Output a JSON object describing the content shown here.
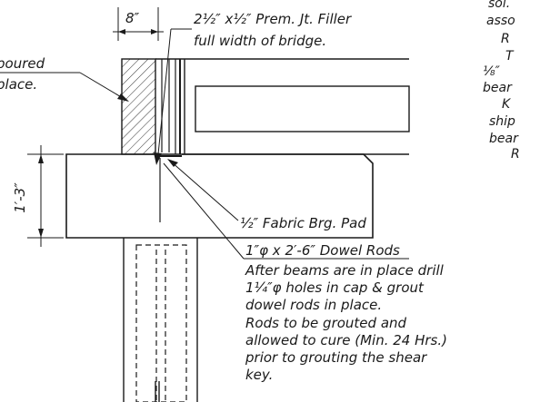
{
  "dimensions": {
    "top_width": "8″",
    "vertical_height": "1′-3″"
  },
  "notes": {
    "filler_line1": "2½″ x½″ Prem. Jt. Filler",
    "filler_line2": "full width of bridge.",
    "poured_line1": "poured",
    "poured_line2": "place.",
    "pad": "½″ Fabric Brg. Pad",
    "dowel_title": "1″φ x 2′-6″ Dowel Rods",
    "dowel_line1": "After beams are in place drill",
    "dowel_line2": "1¼″φ holes in cap & grout",
    "dowel_line3": "dowel rods in place.",
    "dowel_line4": "Rods to be grouted and",
    "dowel_line5": "allowed to cure (Min. 24 Hrs.)",
    "dowel_line6": "prior to grouting the shear",
    "dowel_line7": "key."
  },
  "margin_fragments": [
    "sol.",
    "asso",
    "R",
    "T",
    "⅛″",
    "bear",
    "K",
    "ship",
    "bear",
    "R"
  ],
  "colors": {
    "ink": "#1a1a1a",
    "paper": "#ffffff"
  }
}
